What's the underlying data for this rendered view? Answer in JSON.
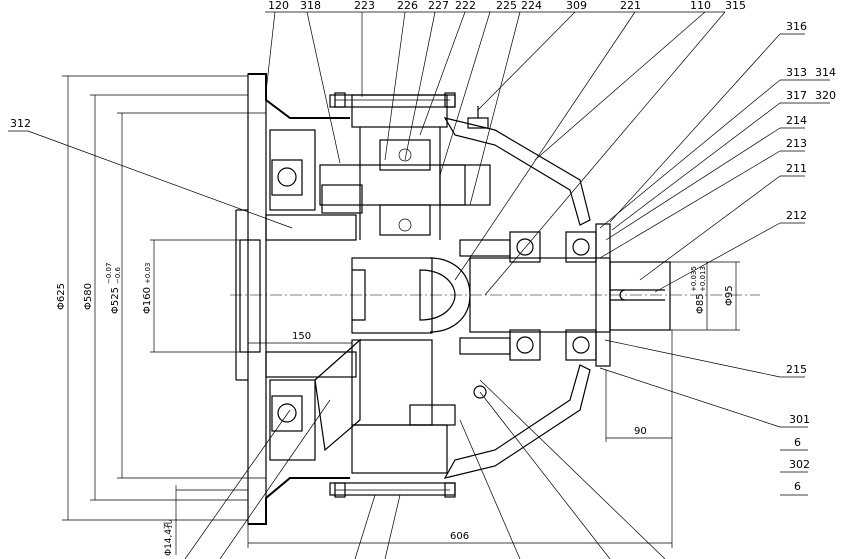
{
  "drawing": {
    "top_labels": [
      "120",
      "318",
      "223",
      "226",
      "227",
      "222",
      "225",
      "224",
      "309",
      "221",
      "110",
      "315"
    ],
    "right_labels": [
      "316",
      "313",
      "314",
      "317",
      "320",
      "214",
      "213",
      "211",
      "212",
      "215",
      "301",
      "6",
      "302",
      "6"
    ],
    "left_labels": [
      "312"
    ],
    "dimensions": {
      "d625": "Φ625",
      "d580": "Φ580",
      "d525_base": "Φ525",
      "d525_tol_up": "−0.07",
      "d525_tol_low": "−0.6",
      "d160_base": "Φ160",
      "d160_tol": "+0.03",
      "d85_base": "Φ85",
      "d85_tol_up": "+0.035",
      "d85_tol_low": "+0.013",
      "d95": "Φ95",
      "len150": "150",
      "len90": "90",
      "len606": "606",
      "holes": "Φ14,4孔"
    }
  }
}
